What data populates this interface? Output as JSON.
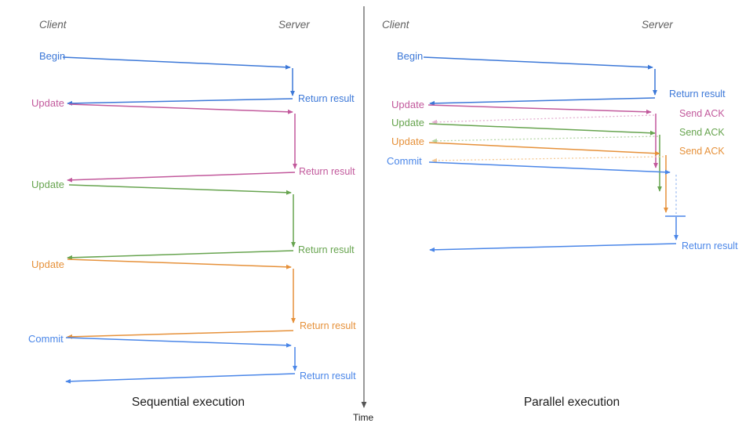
{
  "axis": {
    "label": "Time"
  },
  "left": {
    "title": "Sequential execution",
    "client": "Client",
    "server": "Server",
    "messages": [
      {
        "label": "Begin",
        "resp": "Return result"
      },
      {
        "label": "Update",
        "resp": "Return result"
      },
      {
        "label": "Update",
        "resp": "Return result"
      },
      {
        "label": "Update",
        "resp": "Return result"
      },
      {
        "label": "Commit",
        "resp": "Return result"
      }
    ]
  },
  "right": {
    "title": "Parallel execution",
    "client": "Client",
    "server": "Server",
    "messages": [
      {
        "label": "Begin",
        "resp": "Return result"
      },
      {
        "label": "Update",
        "resp": "Send ACK"
      },
      {
        "label": "Update",
        "resp": "Send ACK"
      },
      {
        "label": "Update",
        "resp": "Send ACK"
      },
      {
        "label": "Commit",
        "resp": "Return result"
      }
    ]
  },
  "colors": {
    "begin_blue": "#3c78d8",
    "commit_blue": "#4a86e8",
    "pink": "#c2599c",
    "green": "#67a44f",
    "orange": "#e6913a",
    "pink_light": "#e4afd0",
    "green_light": "#b6d6a7",
    "orange_light": "#f5c995",
    "blue_light": "#a5c2f2",
    "axis_gray": "#555555",
    "heading_gray": "#5f5f5f",
    "title_black": "#1c1c1c"
  }
}
